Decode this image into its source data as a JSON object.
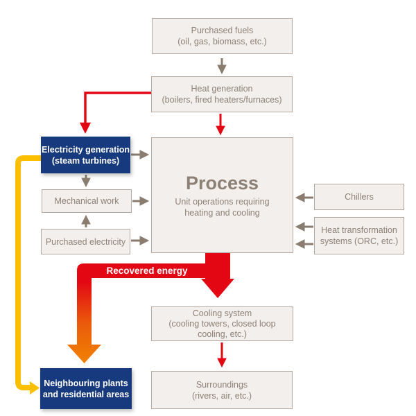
{
  "diagram": {
    "boxes": {
      "purchased_fuels": {
        "line1": "Purchased fuels",
        "line2": "(oil, gas, biomass, etc.)"
      },
      "heat_generation": {
        "line1": "Heat generation",
        "line2": "(boilers, fired heaters/furnaces)"
      },
      "electricity_generation": {
        "line1": "Electricity generation",
        "line2": "(steam turbines)"
      },
      "process": {
        "title": "Process",
        "line1": "Unit operations requiring",
        "line2": "heating and cooling"
      },
      "mechanical_work": {
        "line1": "Mechanical work"
      },
      "purchased_electricity": {
        "line1": "Purchased electricity"
      },
      "chillers": {
        "line1": "Chillers"
      },
      "heat_transformation": {
        "line1": "Heat transformation",
        "line2": "systems (ORC, etc.)"
      },
      "cooling_system": {
        "line1": "Cooling system",
        "line2": "(cooling towers, closed loop",
        "line3": "cooling, etc.)"
      },
      "surroundings": {
        "line1": "Surroundings",
        "line2": "(rivers, air, etc.)"
      },
      "neighbouring_plants": {
        "line1": "Neighbouring plants",
        "line2": "and residential areas"
      }
    },
    "labels": {
      "recovered_energy": "Recovered energy"
    },
    "colors": {
      "navy_box": "#163a7d",
      "red": "#e30613",
      "orange": "#f08200",
      "yellow": "#fcbf00",
      "box_fill": "#f2efec",
      "box_border": "#b3a9a0",
      "box_text": "#8d8175",
      "gray_arrow": "#8a7d70"
    }
  }
}
